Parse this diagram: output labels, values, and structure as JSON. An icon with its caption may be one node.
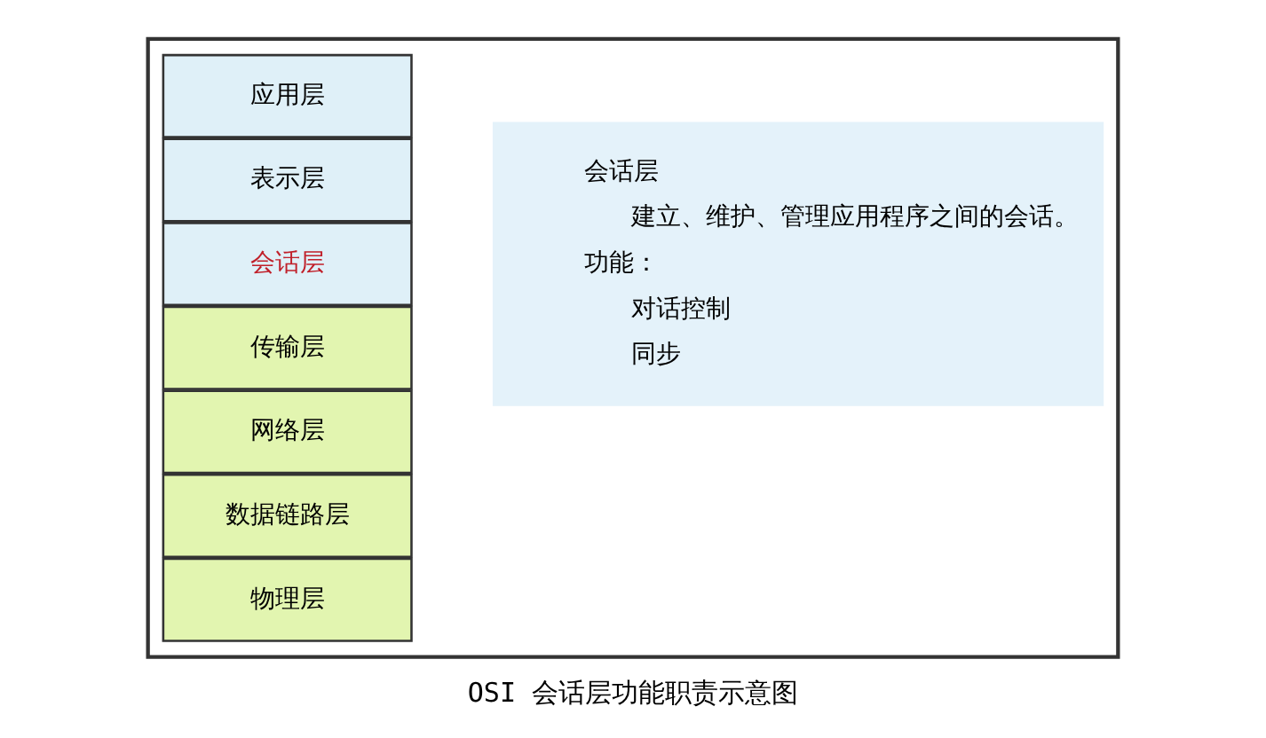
{
  "diagram": {
    "caption": "OSI 会话层功能职责示意图",
    "nodes": [
      {
        "text": [],
        "shape": "box"
      },
      {
        "text": [
          "应用层"
        ],
        "in": 0
      },
      {
        "text": [
          "表示层"
        ],
        "in": 0
      },
      {
        "text": [
          "会话层"
        ],
        "in": 0
      },
      {
        "text": [
          "传输层"
        ],
        "in": 0
      },
      {
        "text": [
          "网络层"
        ],
        "in": 0
      },
      {
        "text": [
          "数据链路层"
        ],
        "in": 0
      },
      {
        "text": [
          "物理层"
        ],
        "in": 0
      },
      {
        "text": [
          "会话层",
          "建立、维护、管理应用程序之间的会话。",
          "功能：",
          "对话控制",
          "同步"
        ],
        "in": 0
      }
    ],
    "edges": []
  }
}
